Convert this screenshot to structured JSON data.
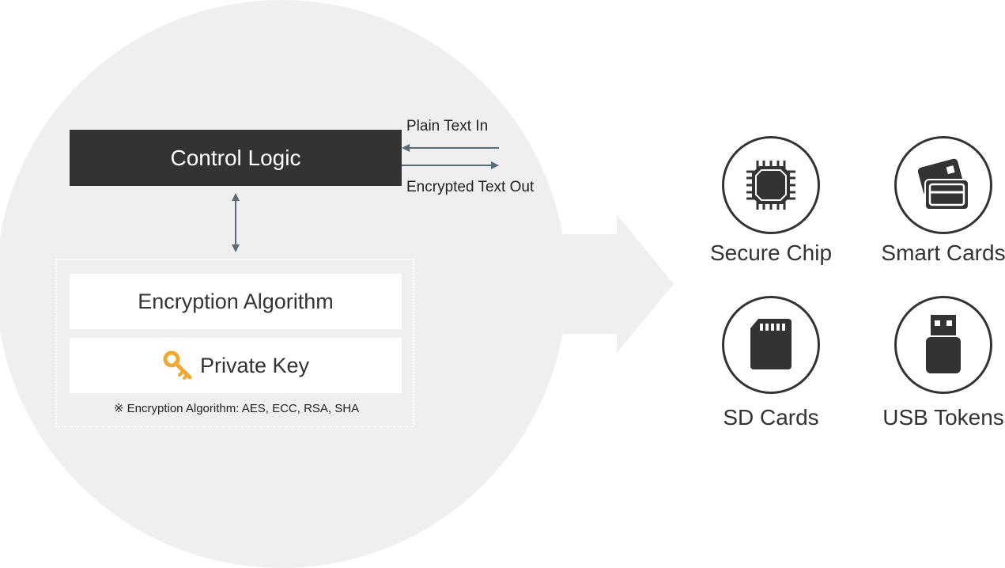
{
  "diagram": {
    "control_logic": "Control Logic",
    "plain_text_in": "Plain Text In",
    "encrypted_text_out": "Encrypted Text Out",
    "encryption_algorithm": "Encryption Algorithm",
    "private_key": "Private Key",
    "note": "※ Encryption Algorithm: AES, ECC, RSA, SHA"
  },
  "devices": {
    "secure_chip": {
      "label": "Secure Chip",
      "icon": "chip-icon"
    },
    "smart_cards": {
      "label": "Smart Cards",
      "icon": "smart-card-icon"
    },
    "sd_cards": {
      "label": "SD Cards",
      "icon": "sd-card-icon"
    },
    "usb_tokens": {
      "label": "USB Tokens",
      "icon": "usb-token-icon"
    }
  },
  "colors": {
    "dark": "#333333",
    "light_gray": "#efefef",
    "arrow_line": "#5b6b78",
    "key": "#f0a830"
  }
}
